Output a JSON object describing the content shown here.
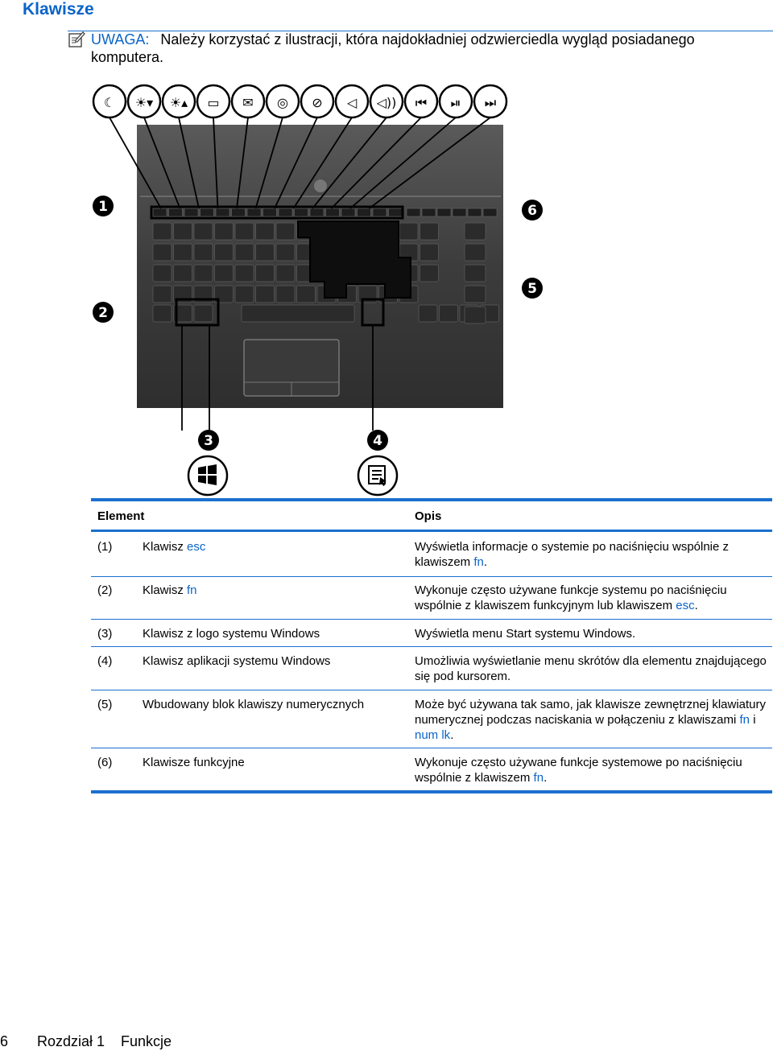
{
  "page": {
    "title": "Klawisze"
  },
  "note": {
    "label": "UWAGA:",
    "text": "Należy korzystać z ilustracji, która najdokładniej odzwierciedla wygląd posiadanego komputera."
  },
  "figure": {
    "callouts": [
      "1",
      "2",
      "3",
      "4",
      "5",
      "6"
    ],
    "function_key_icons": [
      "moon-icon",
      "brightness-down-icon",
      "brightness-up-icon",
      "display-switch-icon",
      "email-clock-icon",
      "web-browser-icon",
      "mute-icon",
      "volume-down-icon",
      "volume-up-icon",
      "previous-track-icon",
      "play-pause-icon",
      "next-track-icon"
    ],
    "windows_key_icon": "windows-logo-icon",
    "applications_key_icon": "applications-menu-icon"
  },
  "table": {
    "headers": {
      "element": "Element",
      "description": "Opis"
    },
    "rows": [
      {
        "num": "(1)",
        "element_prefix": "Klawisz ",
        "element_kw": "esc",
        "desc": [
          "Wyświetla informacje o systemie po naciśnięciu wspólnie z klawiszem ",
          {
            "kw": "fn"
          },
          "."
        ]
      },
      {
        "num": "(2)",
        "element_prefix": "Klawisz ",
        "element_kw": "fn",
        "desc": [
          "Wykonuje często używane funkcje systemu po naciśnięciu wspólnie z klawiszem funkcyjnym lub klawiszem ",
          {
            "kw": "esc"
          },
          "."
        ]
      },
      {
        "num": "(3)",
        "element_prefix": "Klawisz z logo systemu Windows",
        "element_kw": "",
        "desc": [
          "Wyświetla menu Start systemu Windows."
        ]
      },
      {
        "num": "(4)",
        "element_prefix": "Klawisz aplikacji systemu Windows",
        "element_kw": "",
        "desc": [
          "Umożliwia wyświetlanie menu skrótów dla elementu znajdującego się pod kursorem."
        ]
      },
      {
        "num": "(5)",
        "element_prefix": "Wbudowany blok klawiszy numerycznych",
        "element_kw": "",
        "desc": [
          "Może być używana tak samo, jak klawisze zewnętrznej klawiatury numerycznej podczas naciskania w połączeniu z klawiszami ",
          {
            "kw": "fn"
          },
          " i ",
          {
            "kw": "num lk"
          },
          "."
        ]
      },
      {
        "num": "(6)",
        "element_prefix": "Klawisze funkcyjne",
        "element_kw": "",
        "desc": [
          "Wykonuje często używane funkcje systemowe po naciśnięciu wspólnie z klawiszem ",
          {
            "kw": "fn"
          },
          "."
        ]
      }
    ]
  },
  "footer": {
    "page_number": "6",
    "chapter": "Rozdział 1",
    "section": "Funkcje"
  },
  "colors": {
    "accent": "#0a64c8",
    "rule": "#1a6fd0"
  }
}
